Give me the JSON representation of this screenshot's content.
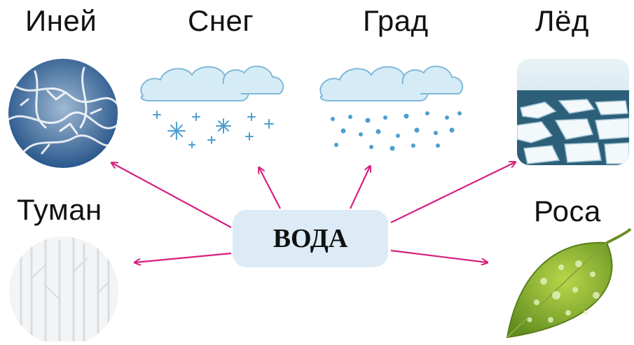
{
  "center": {
    "label": "ВОДА"
  },
  "nodes": {
    "frost": {
      "label": "Иней"
    },
    "snow": {
      "label": "Снег"
    },
    "hail": {
      "label": "Град"
    },
    "ice": {
      "label": "Лёд"
    },
    "fog": {
      "label": "Туман"
    },
    "dew": {
      "label": "Роса"
    }
  },
  "colors": {
    "arrow": "#d6207d",
    "center_bg": "#dcebf5"
  }
}
